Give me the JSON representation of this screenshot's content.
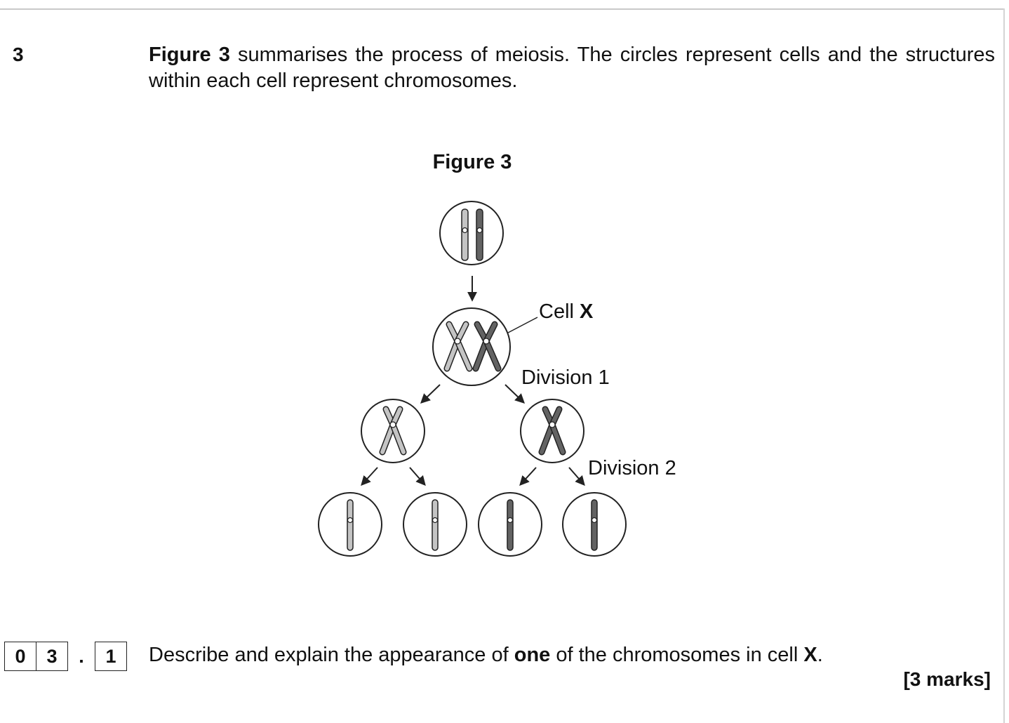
{
  "question": {
    "number": "3",
    "intro_bold": "Figure 3",
    "intro_rest": " summarises the process of meiosis. The circles represent cells and the structures within each cell represent chromosomes."
  },
  "figure": {
    "title": "Figure 3",
    "labels": {
      "cell_prefix": "Cell ",
      "cell_letter": "X",
      "division_1": "Division 1",
      "division_2": "Division 2"
    },
    "colors": {
      "light_chromosome": "#c4c4c4",
      "dark_chromosome": "#636363",
      "outline": "#222222"
    }
  },
  "sub_question": {
    "number_boxes": [
      "0",
      "3",
      "1"
    ],
    "separator": ".",
    "text_before": "Describe and explain the appearance of ",
    "text_bold": "one",
    "text_middle": " of the chromosomes in cell ",
    "text_letter": "X",
    "text_end": ".",
    "marks": "[3 marks]"
  }
}
